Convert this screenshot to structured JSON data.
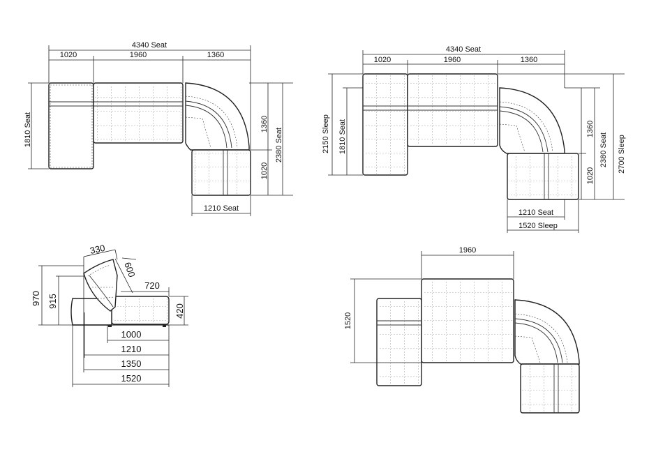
{
  "colors": {
    "line": "#222222",
    "background": "#ffffff"
  },
  "plan1": {
    "total": "4340 Seat",
    "w1": "1020",
    "w2": "1960",
    "w3": "1360",
    "depth_left": "1810 Seat",
    "h_corner": "1360",
    "h_end": "1020",
    "h_total": "2380 Seat",
    "bottom": "1210 Seat"
  },
  "plan2": {
    "total": "4340 Seat",
    "w1": "1020",
    "w2": "1960",
    "w3": "1360",
    "sleep_left": "2150 Sleep",
    "depth_left": "1810 Seat",
    "h_corner": "1360",
    "h_end": "1020",
    "h_total": "2380 Seat",
    "sleep_total": "2700 Sleep",
    "bottom_seat": "1210 Seat",
    "bottom_sleep": "1520 Sleep"
  },
  "side": {
    "d330": "330",
    "d600": "600",
    "d720": "720",
    "h970": "970",
    "h915": "915",
    "h420": "420",
    "w1000": "1000",
    "w1210": "1210",
    "w1350": "1350",
    "w1520": "1520"
  },
  "plan3": {
    "top": "1960",
    "left": "1520"
  }
}
